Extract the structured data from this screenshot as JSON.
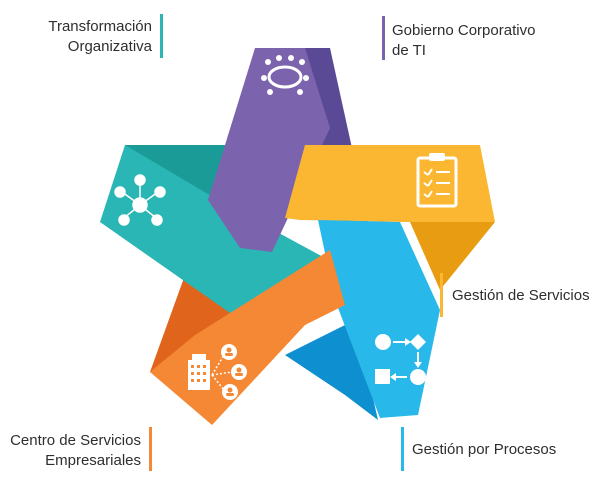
{
  "labels": {
    "transformacion": [
      "Transformación",
      "Organizativa"
    ],
    "gobierno": [
      "Gobierno Corporativo",
      "de TI"
    ],
    "servicios": [
      "Gestión de Servicios"
    ],
    "procesos": [
      "Gestión por Procesos"
    ],
    "centro": [
      "Centro de Servicios",
      "Empresariales"
    ]
  },
  "colors": {
    "teal": "#29b6b4",
    "teal_dark": "#1a9b98",
    "purple": "#7b64ad",
    "purple_dark": "#5a4a95",
    "yellow": "#fbb731",
    "yellow_dark": "#e89c12",
    "blue": "#28b9ea",
    "blue_dark": "#0e8fcf",
    "orange": "#f48834",
    "orange_dark": "#e0641c",
    "text": "#2e2e2e"
  },
  "icons": {
    "transformacion": "network-people-icon",
    "gobierno": "boardroom-table-icon",
    "servicios": "clipboard-checklist-icon",
    "procesos": "process-flow-icon",
    "centro": "building-people-icon"
  }
}
